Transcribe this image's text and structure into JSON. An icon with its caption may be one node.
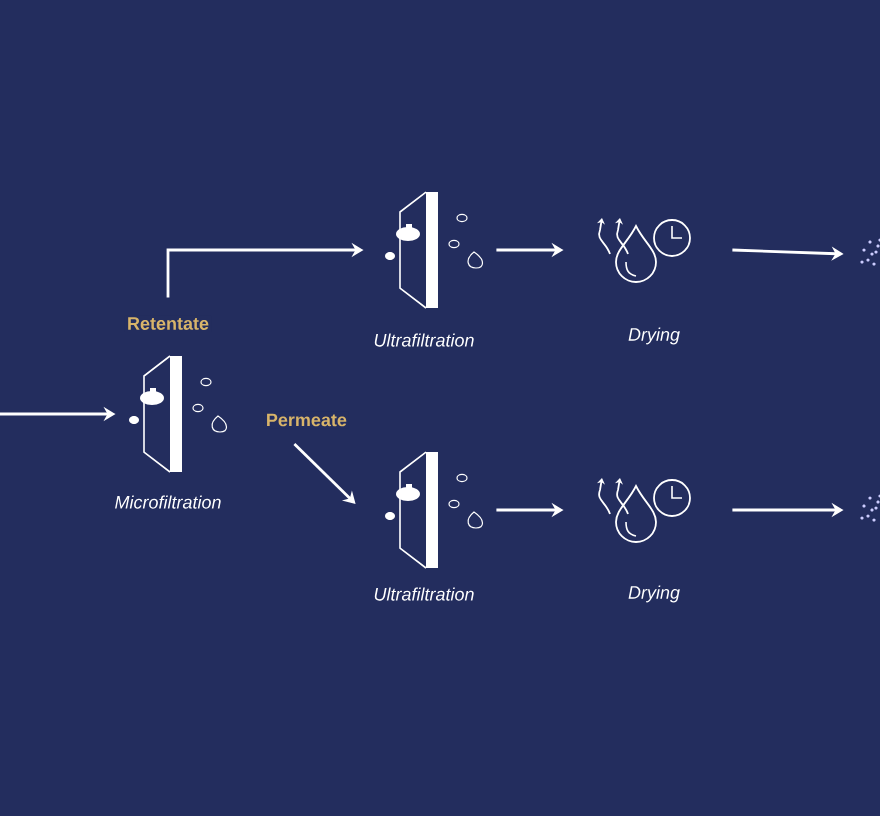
{
  "diagram": {
    "nodes": [
      {
        "text": [
          "Microfiltration"
        ]
      },
      {
        "text": [
          "Ultrafiltration"
        ]
      },
      {
        "text": [
          "Drying"
        ]
      },
      {
        "text": [],
        "shape": "picture"
      },
      {
        "text": [
          "Ultrafiltration"
        ]
      },
      {
        "text": [
          "Drying"
        ]
      },
      {
        "text": [],
        "shape": "picture"
      }
    ],
    "edges": [
      {
        "from": null,
        "to": 0,
        "arrow": "to"
      },
      {
        "from": 0,
        "to": 1,
        "arrow": "to",
        "label": "Retentate"
      },
      {
        "from": 1,
        "to": 2,
        "arrow": "to"
      },
      {
        "from": 2,
        "to": 3,
        "arrow": "to"
      },
      {
        "from": 0,
        "to": 4,
        "arrow": "to",
        "label": "Permeate"
      },
      {
        "from": 4,
        "to": 5,
        "arrow": "to"
      },
      {
        "from": 5,
        "to": 6,
        "arrow": "to"
      }
    ]
  }
}
